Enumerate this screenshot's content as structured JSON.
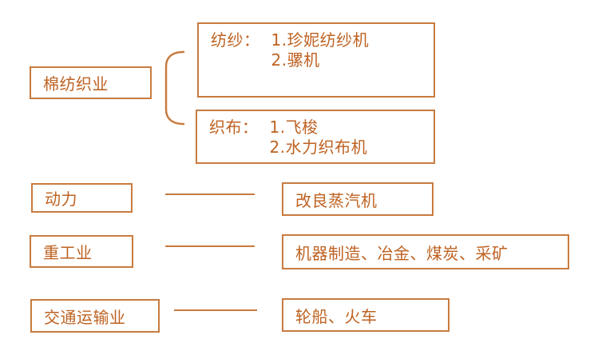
{
  "colors": {
    "accent_border": "#c97b3e",
    "text": "#be6222",
    "background": "#ffffff"
  },
  "diagram": {
    "cotton": {
      "label": "棉纺织业"
    },
    "spinning": {
      "heading": "纺纱：",
      "items": [
        "1.珍妮纺纱机",
        "2.骡机"
      ]
    },
    "weaving": {
      "heading": "织布：",
      "items": [
        "1.飞梭",
        "2.水力织布机"
      ]
    },
    "rows": [
      {
        "left": "动力",
        "right": "改良蒸汽机"
      },
      {
        "left": "重工业",
        "right": "机器制造、冶金、煤炭、采矿"
      },
      {
        "left": "交通运输业",
        "right": "轮船、火车"
      }
    ]
  }
}
